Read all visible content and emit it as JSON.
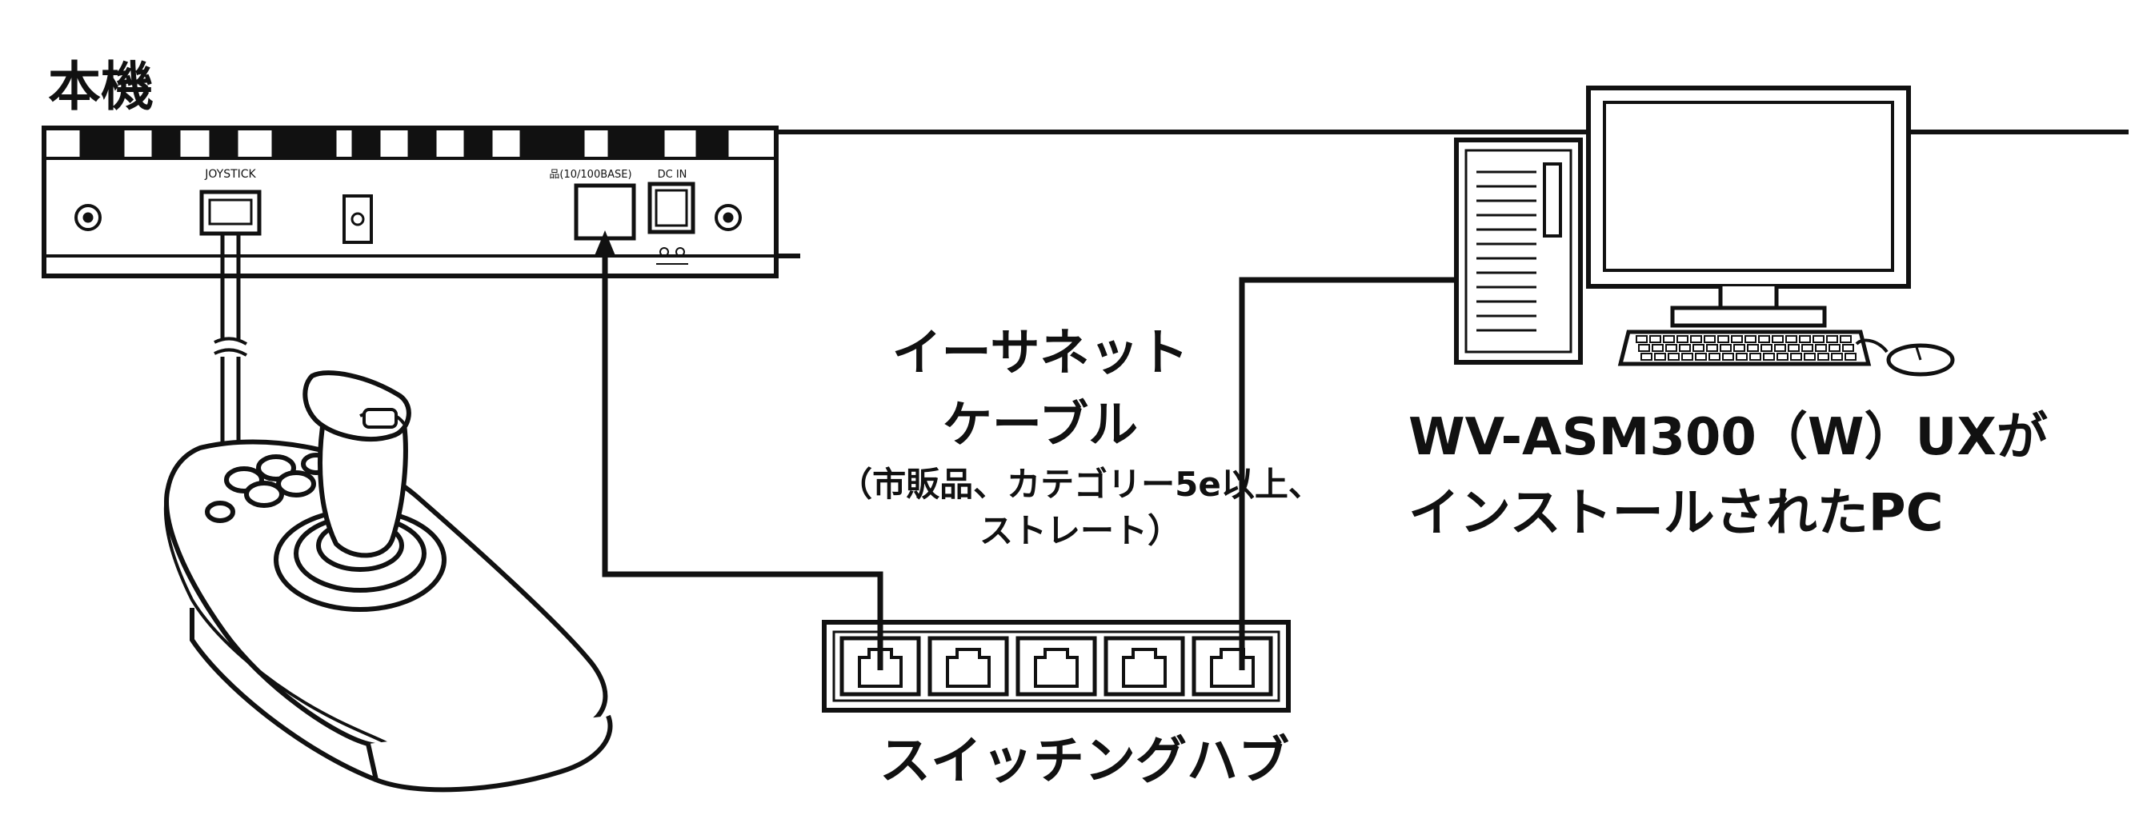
{
  "title": "本機",
  "device": {
    "joystick_port_label": "JOYSTICK",
    "lan_port_label": "品(10/100BASE)",
    "dc_in_label": "DC IN"
  },
  "cable": {
    "line1": "イーサネット",
    "line2": "ケーブル",
    "note_line1": "（市販品、カテゴリー5e以上、",
    "note_line2": "ストレート）"
  },
  "hub": {
    "label": "スイッチングハブ"
  },
  "pc": {
    "line1": "WV-ASM300（W）UXが",
    "line2": "インストールされたPC"
  }
}
